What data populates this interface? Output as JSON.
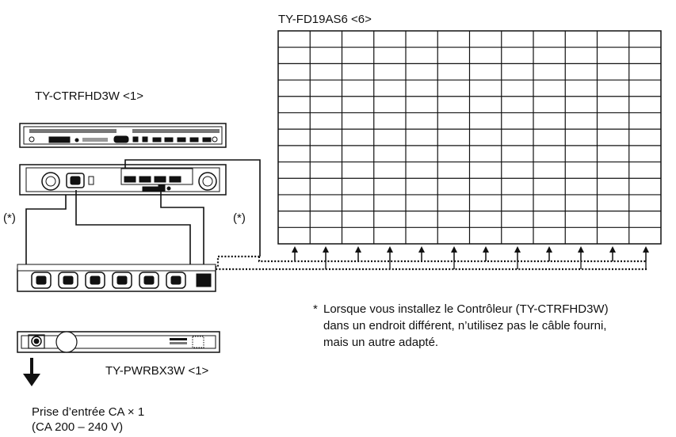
{
  "labels": {
    "display_model": "TY-FD19AS6 <6>",
    "controller_model": "TY-CTRFHD3W <1>",
    "power_box_model": "TY-PWRBX3W <1>",
    "asterisk_left": "(*)",
    "asterisk_right": "(*)",
    "power_input_line1": "Prise d’entrée CA × 1",
    "power_input_line2": "(CA 200 – 240 V)"
  },
  "footnote": {
    "marker": "*",
    "lines": [
      "Lorsque vous installez le Contrôleur (TY-CTRFHD3W)",
      "dans un endroit différent, n’utilisez pas le câble fourni,",
      "mais un autre adapté."
    ]
  },
  "display_grid": {
    "columns": 12,
    "rows": 13
  },
  "colors": {
    "line": "#111111",
    "background": "#ffffff"
  }
}
